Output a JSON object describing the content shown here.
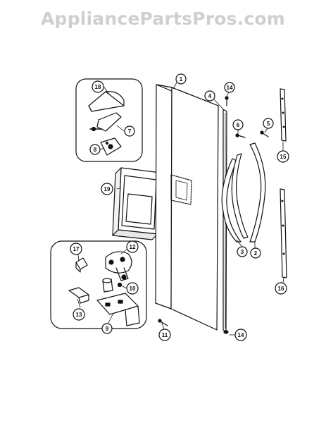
{
  "watermark": "AppliancePartsPros.com",
  "callouts": {
    "c1": "1",
    "c2": "2",
    "c3": "3",
    "c4": "4",
    "c5": "5",
    "c6": "6",
    "c7": "7",
    "c8": "8",
    "c9": "9",
    "c10": "10",
    "c11": "11",
    "c12": "12",
    "c13": "13",
    "c14a": "14",
    "c14b": "14",
    "c15": "15",
    "c16": "16",
    "c17": "17",
    "c18": "18",
    "c19": "19"
  }
}
